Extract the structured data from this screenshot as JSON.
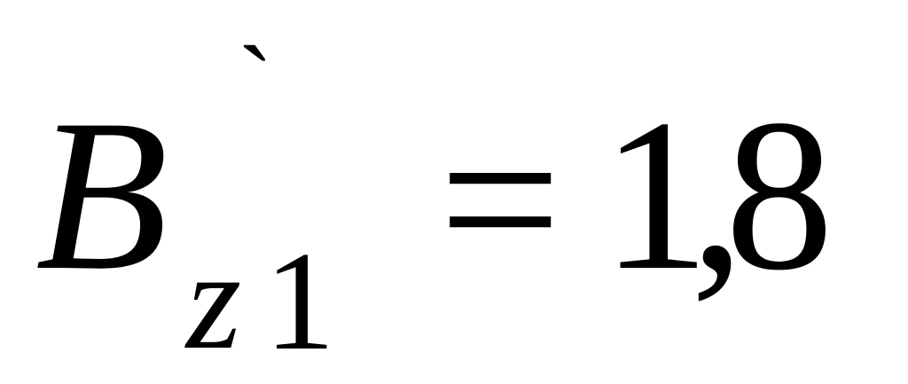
{
  "formula": {
    "variable": "B",
    "accent": "`",
    "subscript_letter": "z",
    "subscript_number": "1",
    "operator": "=",
    "value": "1,8"
  }
}
